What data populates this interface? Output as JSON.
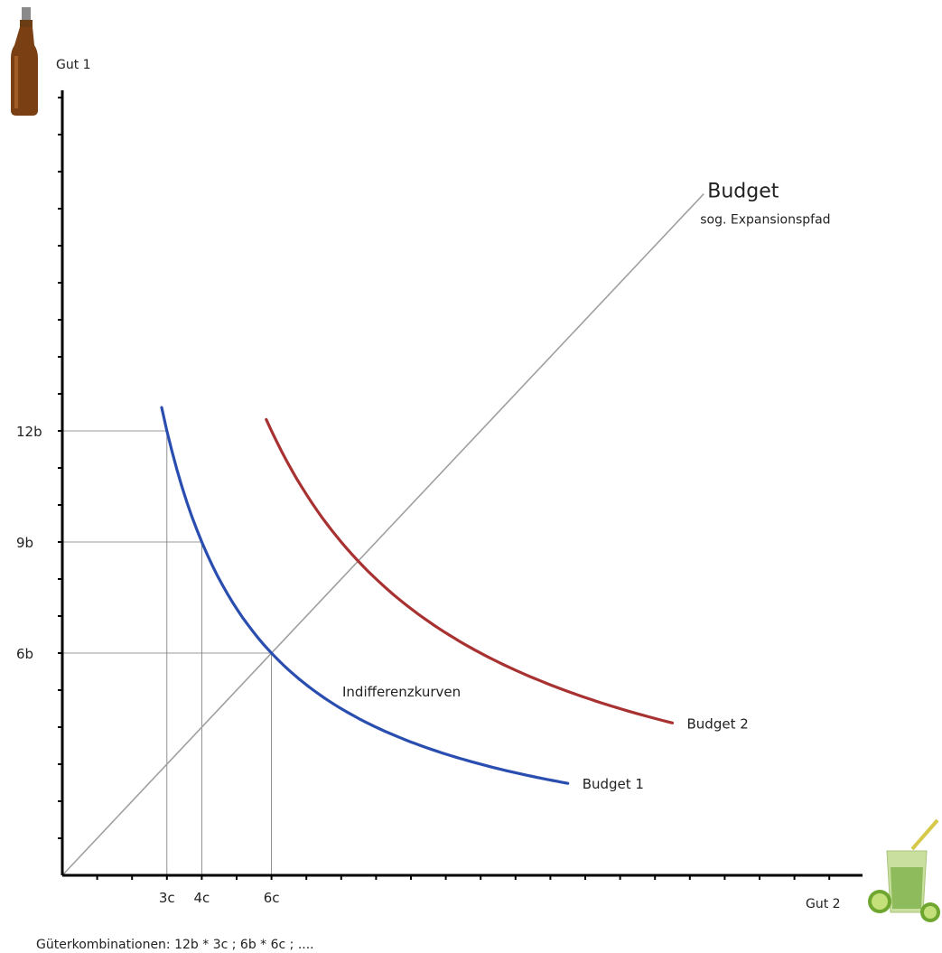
{
  "chart_data": {
    "type": "line",
    "y_axis_label": "Gut 1",
    "x_axis_label": "Gut 2",
    "y_ticks": [
      {
        "value": 12,
        "label": "12b"
      },
      {
        "value": 9,
        "label": "9b"
      },
      {
        "value": 6,
        "label": "6b"
      }
    ],
    "x_ticks": [
      {
        "value": 3,
        "label": "3c"
      },
      {
        "value": 4,
        "label": "4c"
      },
      {
        "value": 6,
        "label": "6c"
      }
    ],
    "series": [
      {
        "name": "Budget 1",
        "color": "#2a4db0",
        "k": 36,
        "x_range": [
          2.85,
          14.5
        ]
      },
      {
        "name": "Budget 2",
        "color": "#a83232",
        "k": 72,
        "x_range": [
          5.85,
          17.5
        ]
      }
    ],
    "expansion_path": {
      "label": "Budget",
      "sublabel": "sog. Expansionspfad",
      "color": "#a0a0a0",
      "x_range": [
        0,
        18.4
      ]
    },
    "curve_group_label": "Indifferenzkurven",
    "guide_points": [
      {
        "x": 3,
        "y": 12
      },
      {
        "x": 4,
        "y": 9
      },
      {
        "x": 6,
        "y": 6
      }
    ],
    "xlim": [
      0,
      22
    ],
    "ylim": [
      0,
      22
    ]
  },
  "footer": {
    "combinations": "Güterkombinationen: 12b * 3c ; 6b * 6c ; ...."
  },
  "icons": {
    "good1": "beer-bottle-icon",
    "good2": "lime-drink-icon"
  }
}
